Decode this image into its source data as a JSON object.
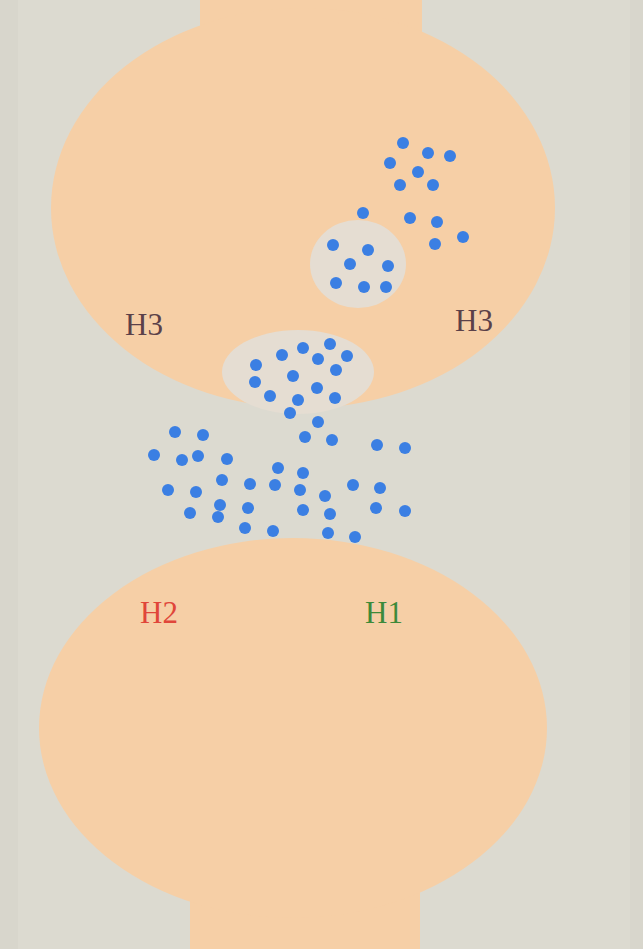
{
  "diagram": {
    "labels": [
      "H3",
      "H3",
      "H2",
      "H1"
    ]
  }
}
